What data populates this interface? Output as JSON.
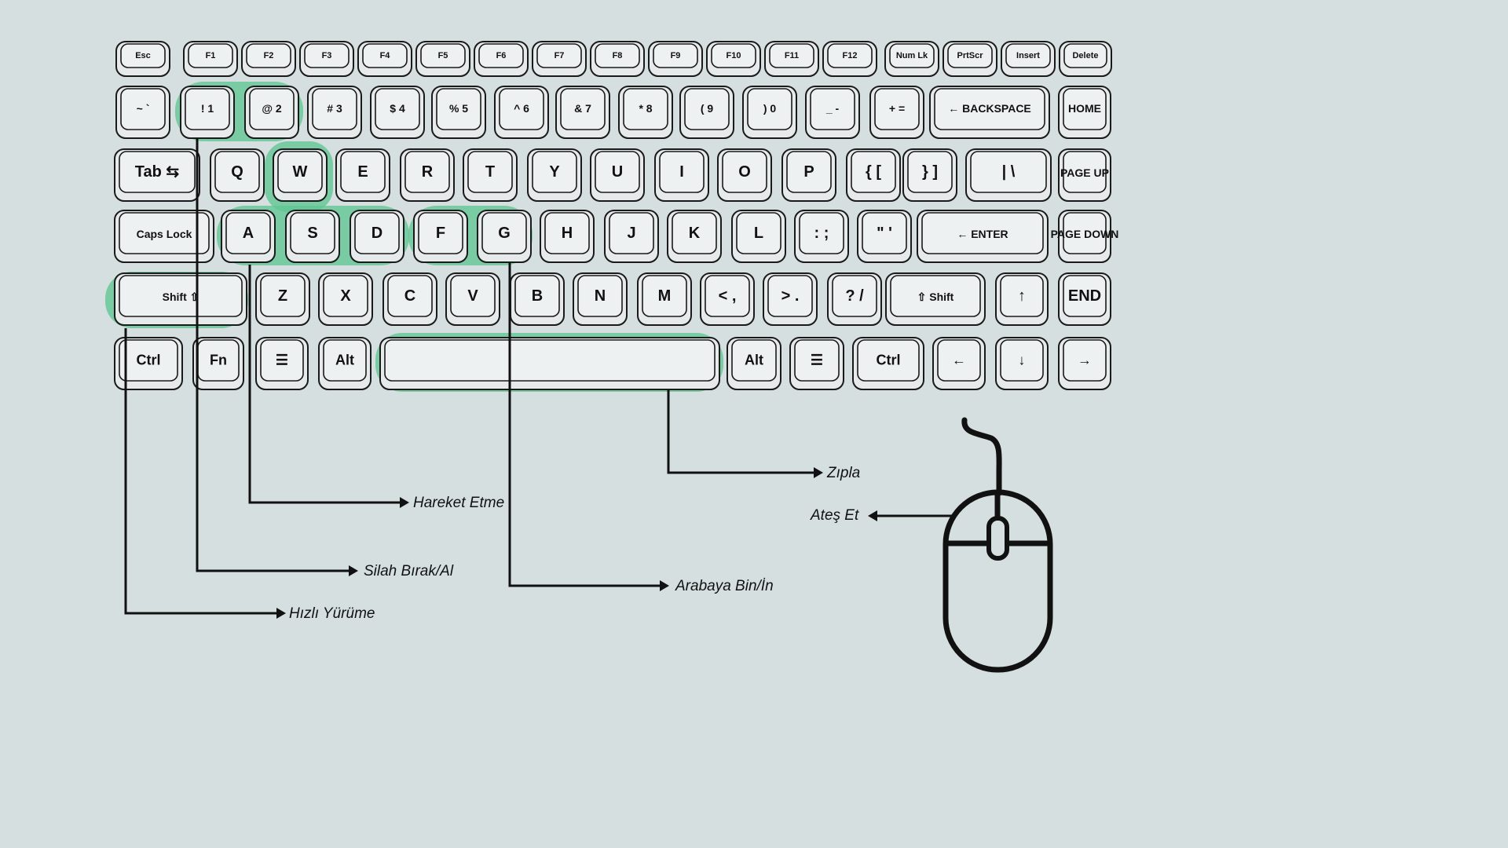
{
  "keyboard": {
    "rows": [
      [
        "Esc",
        "F1",
        "F2",
        "F3",
        "F4",
        "F5",
        "F6",
        "F7",
        "F8",
        "F9",
        "F10",
        "F11",
        "F12",
        "Num Lk",
        "PrtScr",
        "Insert",
        "Delete"
      ],
      [
        "~ `",
        "! 1",
        "@ 2",
        "# 3",
        "$ 4",
        "% 5",
        "^ 6",
        "& 7",
        "* 8",
        "( 9",
        ") 0",
        "_ -",
        "+ =",
        "← BACKSPACE",
        "HOME"
      ],
      [
        "Tab ⇆",
        "Q",
        "W",
        "E",
        "R",
        "T",
        "Y",
        "U",
        "I",
        "O",
        "P",
        "{ [",
        "} ]",
        "| \\",
        "PAGE UP"
      ],
      [
        "Caps Lock",
        "A",
        "S",
        "D",
        "F",
        "G",
        "H",
        "J",
        "K",
        "L",
        ": ;",
        "\" '",
        "← ENTER",
        "PAGE DOWN"
      ],
      [
        "Shift ⇧",
        "Z",
        "X",
        "C",
        "V",
        "B",
        "N",
        "M",
        "< ,",
        "> .",
        "? /",
        "⇧ Shift",
        "↑",
        "END"
      ],
      [
        "Ctrl",
        "Fn",
        "☰",
        "Alt",
        "",
        "Alt",
        "☰",
        "Ctrl",
        "←",
        "↓",
        "→"
      ]
    ],
    "highlight_color": "#5fc592"
  },
  "annotations": {
    "jump": "Zıpla",
    "move": "Hareket Etme",
    "fire": "Ateş Et",
    "weapon": "Silah Bırak/Al",
    "vehicle": "Arabaya Bin/İn",
    "sprint": "Hızlı Yürüme"
  }
}
